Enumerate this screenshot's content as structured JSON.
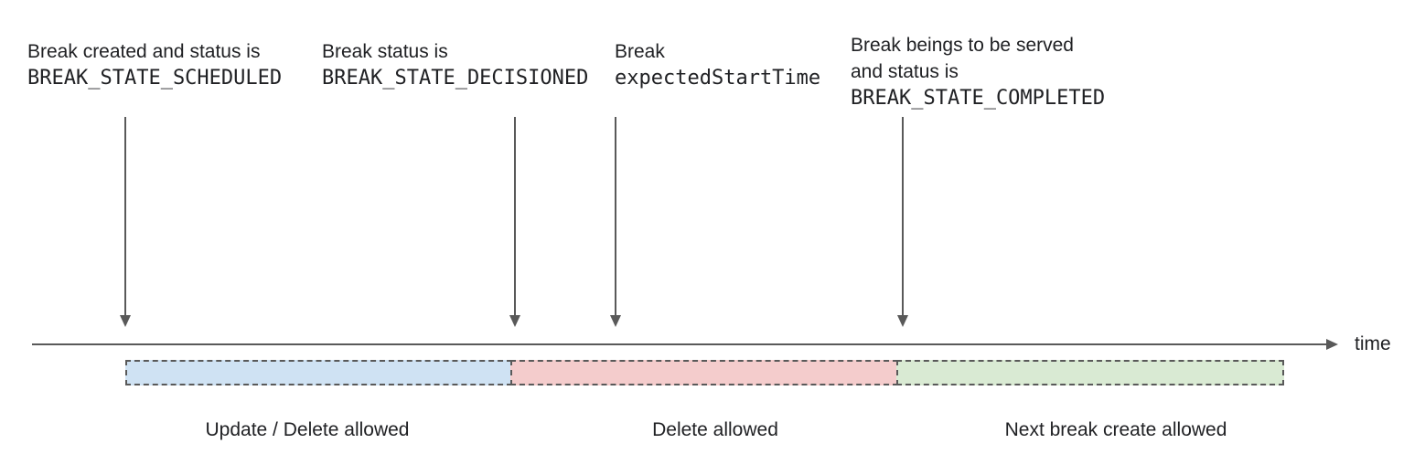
{
  "annotations": [
    {
      "lines": [
        "Break created and status is"
      ],
      "code": "BREAK_STATE_SCHEDULED"
    },
    {
      "lines": [
        "Break status is"
      ],
      "code": "BREAK_STATE_DECISIONED"
    },
    {
      "lines": [
        "Break"
      ],
      "code": "expectedStartTime"
    },
    {
      "lines": [
        "Break beings to be served",
        "and status is"
      ],
      "code": "BREAK_STATE_COMPLETED"
    }
  ],
  "timeline": {
    "axis_label": "time"
  },
  "segments": [
    {
      "label": "Update / Delete allowed",
      "color": "#cfe2f3"
    },
    {
      "label": "Delete allowed",
      "color": "#f4cccc"
    },
    {
      "label": "Next break create allowed",
      "color": "#d9ead3"
    }
  ],
  "colors": {
    "arrow": "#595959",
    "segment_border": "#595959",
    "text": "#202124"
  }
}
